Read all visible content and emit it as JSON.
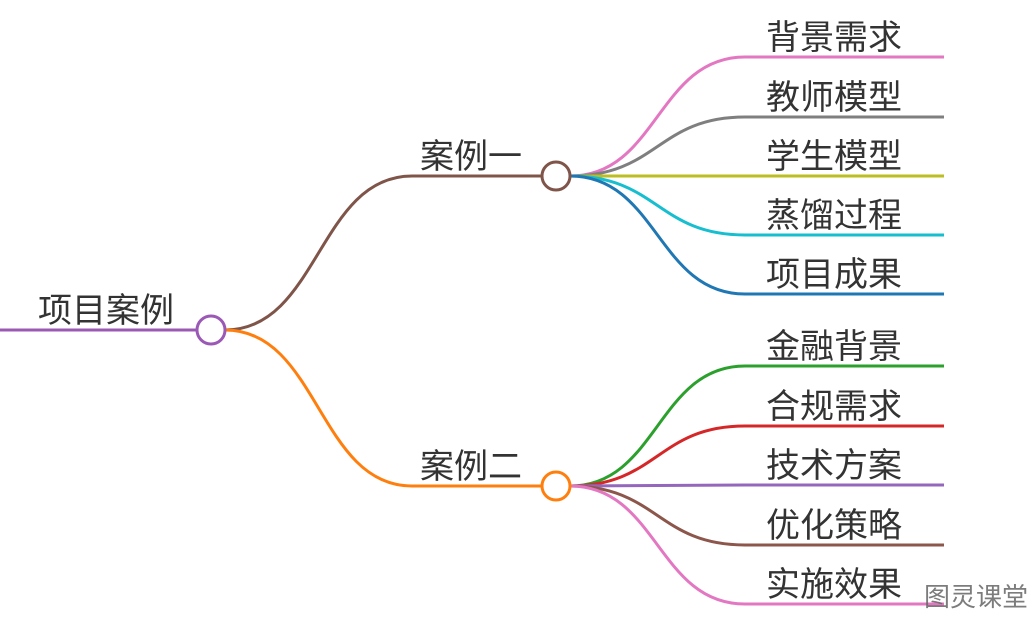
{
  "root": {
    "label": "项目案例",
    "color": "#9b59b6"
  },
  "branches": [
    {
      "label": "案例一",
      "color": "#7f5449",
      "children": [
        {
          "label": "背景需求",
          "color": "#e377c2"
        },
        {
          "label": "教师模型",
          "color": "#7f7f7f"
        },
        {
          "label": "学生模型",
          "color": "#bcbd22"
        },
        {
          "label": "蒸馏过程",
          "color": "#17becf"
        },
        {
          "label": "项目成果",
          "color": "#1f77b4"
        }
      ]
    },
    {
      "label": "案例二",
      "color": "#ff7f0e",
      "children": [
        {
          "label": "金融背景",
          "color": "#2ca02c"
        },
        {
          "label": "合规需求",
          "color": "#d62728"
        },
        {
          "label": "技术方案",
          "color": "#9467bd"
        },
        {
          "label": "优化策略",
          "color": "#8c564b"
        },
        {
          "label": "实施效果",
          "color": "#e377c2"
        }
      ]
    }
  ],
  "watermark": "图灵课堂"
}
